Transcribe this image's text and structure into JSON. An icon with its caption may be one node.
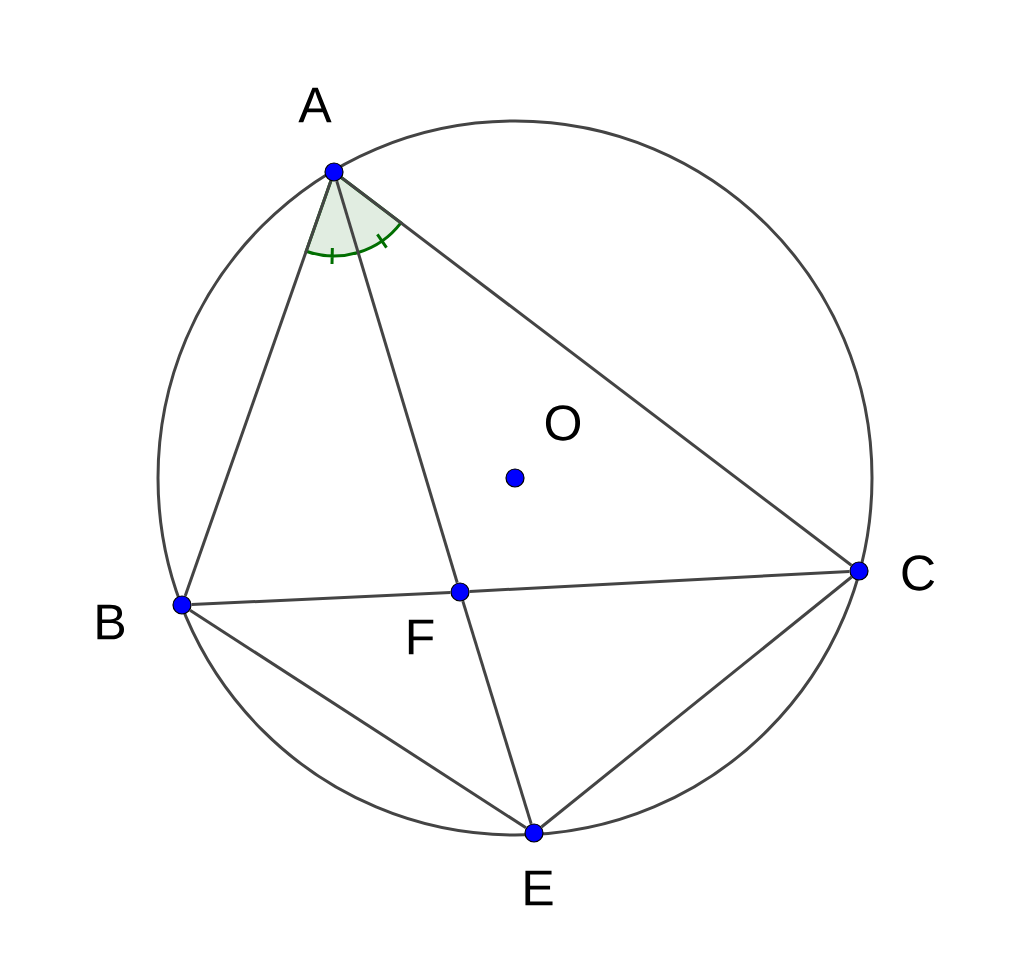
{
  "diagram": {
    "nodes": [
      {
        "text": [],
        "shape": "circle",
        "beside": [
          "A"
        ]
      },
      {
        "text": [],
        "shape": "circle",
        "beside": [
          "B"
        ]
      },
      {
        "text": [],
        "shape": "circle",
        "beside": [
          "C"
        ]
      },
      {
        "text": [],
        "shape": "circle",
        "beside": [
          "E"
        ]
      },
      {
        "text": [],
        "shape": "circle",
        "beside": [
          "F"
        ]
      },
      {
        "text": [],
        "shape": "circle",
        "beside": [
          "O"
        ]
      }
    ],
    "edges": [
      {
        "from": 0,
        "to": 1,
        "arrow": "none"
      },
      {
        "from": 0,
        "to": 2,
        "arrow": "none"
      },
      {
        "from": 0,
        "to": 4,
        "arrow": "none"
      },
      {
        "from": 4,
        "to": 3,
        "arrow": "none"
      },
      {
        "from": 1,
        "to": 4,
        "arrow": "none"
      },
      {
        "from": 4,
        "to": 2,
        "arrow": "none"
      },
      {
        "from": 1,
        "to": 3,
        "arrow": "none"
      },
      {
        "from": 2,
        "to": 3,
        "arrow": "none"
      }
    ]
  }
}
